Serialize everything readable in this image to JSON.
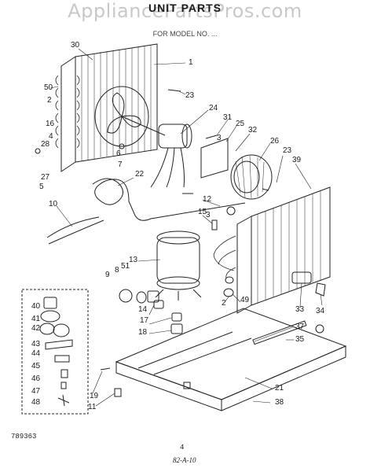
{
  "watermark": "AppliancePartsPros.com",
  "title": "UNIT PARTS",
  "subtitle": "FOR MODEL NO. ...",
  "callouts": [
    "30",
    "1",
    "50",
    "2",
    "16",
    "4",
    "28",
    "27",
    "5",
    "6",
    "7",
    "23",
    "24",
    "31",
    "3",
    "25",
    "32",
    "26",
    "23",
    "39",
    "22",
    "10",
    "12",
    "3",
    "15",
    "13",
    "9",
    "8",
    "51",
    "14",
    "17",
    "18",
    "2",
    "49",
    "33",
    "34",
    "37",
    "35",
    "40",
    "41",
    "42",
    "43",
    "44",
    "45",
    "46",
    "47",
    "48",
    "19",
    "11",
    "21",
    "38"
  ],
  "footer": {
    "part_code": "789363",
    "page_number": "4",
    "date_code": "82-A-10"
  }
}
